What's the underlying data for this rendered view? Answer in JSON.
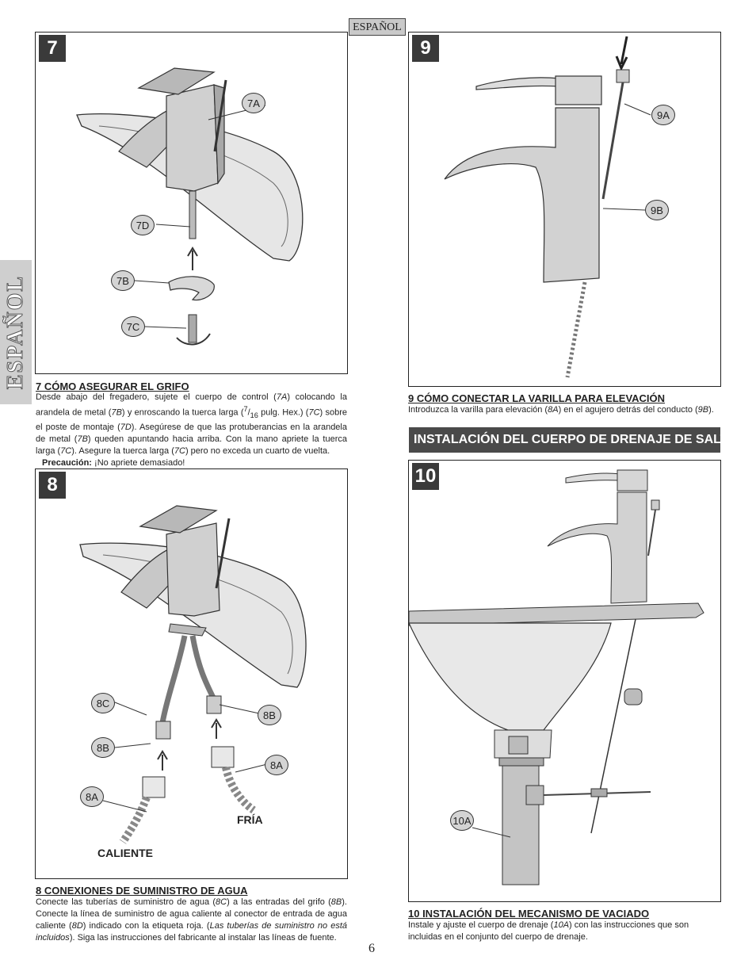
{
  "language_tab": "ESPAÑOL",
  "side_tab": "ESPAÑOL",
  "page_number": "6",
  "step7": {
    "number": "7",
    "callouts": [
      "7A",
      "7D",
      "7B",
      "7C"
    ],
    "title": "7  CÓMO ASEGURAR EL GRIFO",
    "text_1": "Desde abajo del fregadero, sujete el cuerpo de control (",
    "ref_1": "7A",
    "text_2": ") colocando la arandela de metal (",
    "ref_2": "7B",
    "text_3": ") y enroscando la tuerca larga (",
    "frac_num": "7",
    "frac_sep": "/",
    "frac_den": "16",
    "text_4": " pulg. Hex.)  (",
    "ref_3": "7C",
    "text_5": ") sobre el poste de montaje (",
    "ref_4": "7D",
    "text_6": "). Asegúrese de que las protuberancias en la arandela de metal (",
    "ref_5": "7B",
    "text_7": ") queden apuntando hacia arriba. Con la mano apriete la tuerca larga (",
    "ref_6": "7C",
    "text_8": "). Asegure la tuerca larga (",
    "ref_7": "7C",
    "text_9": ") pero no exceda un cuarto de vuelta.",
    "caution_label": "Precaución:",
    "caution_text": " ¡No apriete demasiado!"
  },
  "step8": {
    "number": "8",
    "callouts": [
      "8C",
      "8B",
      "8B",
      "8A",
      "8A"
    ],
    "label_cold": "FRÍA",
    "label_hot": "CALIENTE",
    "title": "8  CONEXIONES DE SUMINISTRO DE AGUA",
    "text_1": "Conecte las tuberías de suministro de agua (",
    "ref_1": "8C",
    "text_2": ") a las entradas del grifo (",
    "ref_2": "8B",
    "text_3": "). Conecte la línea de suministro de agua caliente al conector de entrada de agua caliente (",
    "ref_3": "8D",
    "text_4": ") indicado con la etiqueta roja. (",
    "italic_note": "Las tuberías de suministro no está incluidos",
    "text_5": "). Siga las instrucciones del fabricante al instalar las líneas de fuente."
  },
  "step9": {
    "number": "9",
    "callouts": [
      "9A",
      "9B"
    ],
    "title": "9  CÓMO CONECTAR LA VARILLA PARA ELEVACIÓN",
    "text_1": "Introduzca la varilla para elevación (",
    "ref_1": "8A",
    "text_2": ") en el agujero detrás del conducto (",
    "ref_2": "9B",
    "text_3": ")."
  },
  "banner": "INSTALACIÓN DEL CUERPO DE DRENAJE DE SALTO",
  "step10": {
    "number": "10",
    "callouts": [
      "10A"
    ],
    "title": "10  INSTALACIÓN DEL MECANISMO DE VACIADO",
    "text_1": "Instale y ajuste el cuerpo de drenaje (",
    "ref_1": "10A",
    "text_2": ") con las instrucciones que son incluidas en el conjunto del cuerpo de drenaje."
  },
  "colors": {
    "panel_number_bg": "#3a3a3a",
    "callout_fill": "#d4d4d4",
    "banner_bg": "#4a4a4a",
    "side_tab": "#cfcfcf"
  }
}
